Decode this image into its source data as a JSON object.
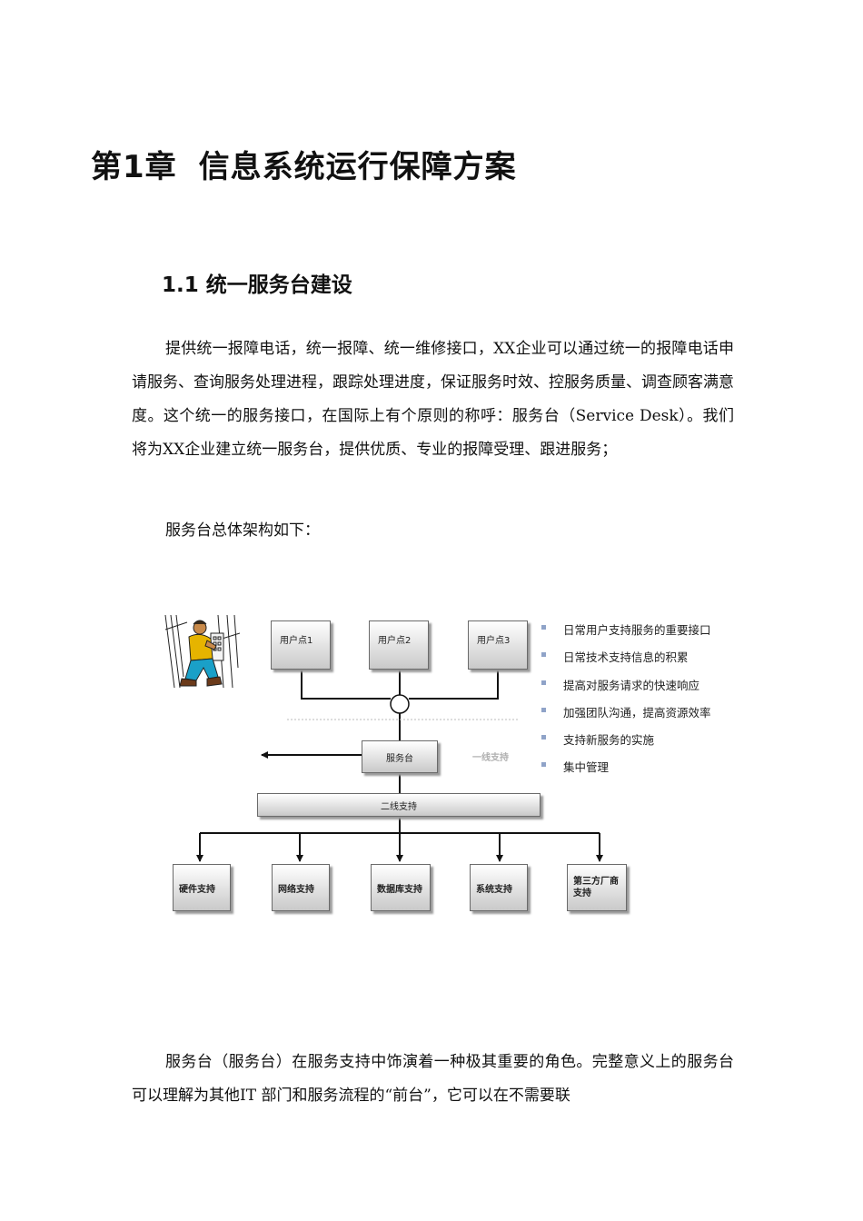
{
  "chapter": {
    "number": "第1章",
    "title": "信息系统运行保障方案"
  },
  "section": {
    "number": "1.1",
    "title": "统一服务台建设"
  },
  "paragraphs": {
    "p1": "提供统一报障电话，统一报障、统一维修接口，XX企业可以通过统一的报障电话申请服务、查询服务处理进程，跟踪处理进度，保证服务时效、控服务质量、调查顾客满意度。这个统一的服务接口，在国际上有个原则的称呼：服务台（Service Desk）。我们将为XX企业建立统一服务台，提供优质、专业的报障受理、跟进服务；",
    "p2": "服务台总体架构如下：",
    "p3": "服务台（服务台）在服务支持中饰演着一种极其重要的角色。完整意义上的服务台可以理解为其他IT 部门和服务流程的“前台”，它可以在不需要联"
  },
  "diagram": {
    "user_points": [
      "用户点1",
      "用户点2",
      "用户点3"
    ],
    "service_desk": "服务台",
    "first_line_label": "一线支持",
    "second_line": "二线支持",
    "support_groups": [
      "硬件支持",
      "网络支持",
      "数据库支持",
      "系统支持",
      "第三方厂商支持"
    ],
    "benefits": [
      "日常用户支持服务的重要接口",
      "日常技术支持信息的积累",
      "提高对服务请求的快速响应",
      "加强团队沟通，提高资源效率",
      "支持新服务的实施",
      "集中管理"
    ],
    "illustration_icon": "technician-phone-illustration"
  }
}
